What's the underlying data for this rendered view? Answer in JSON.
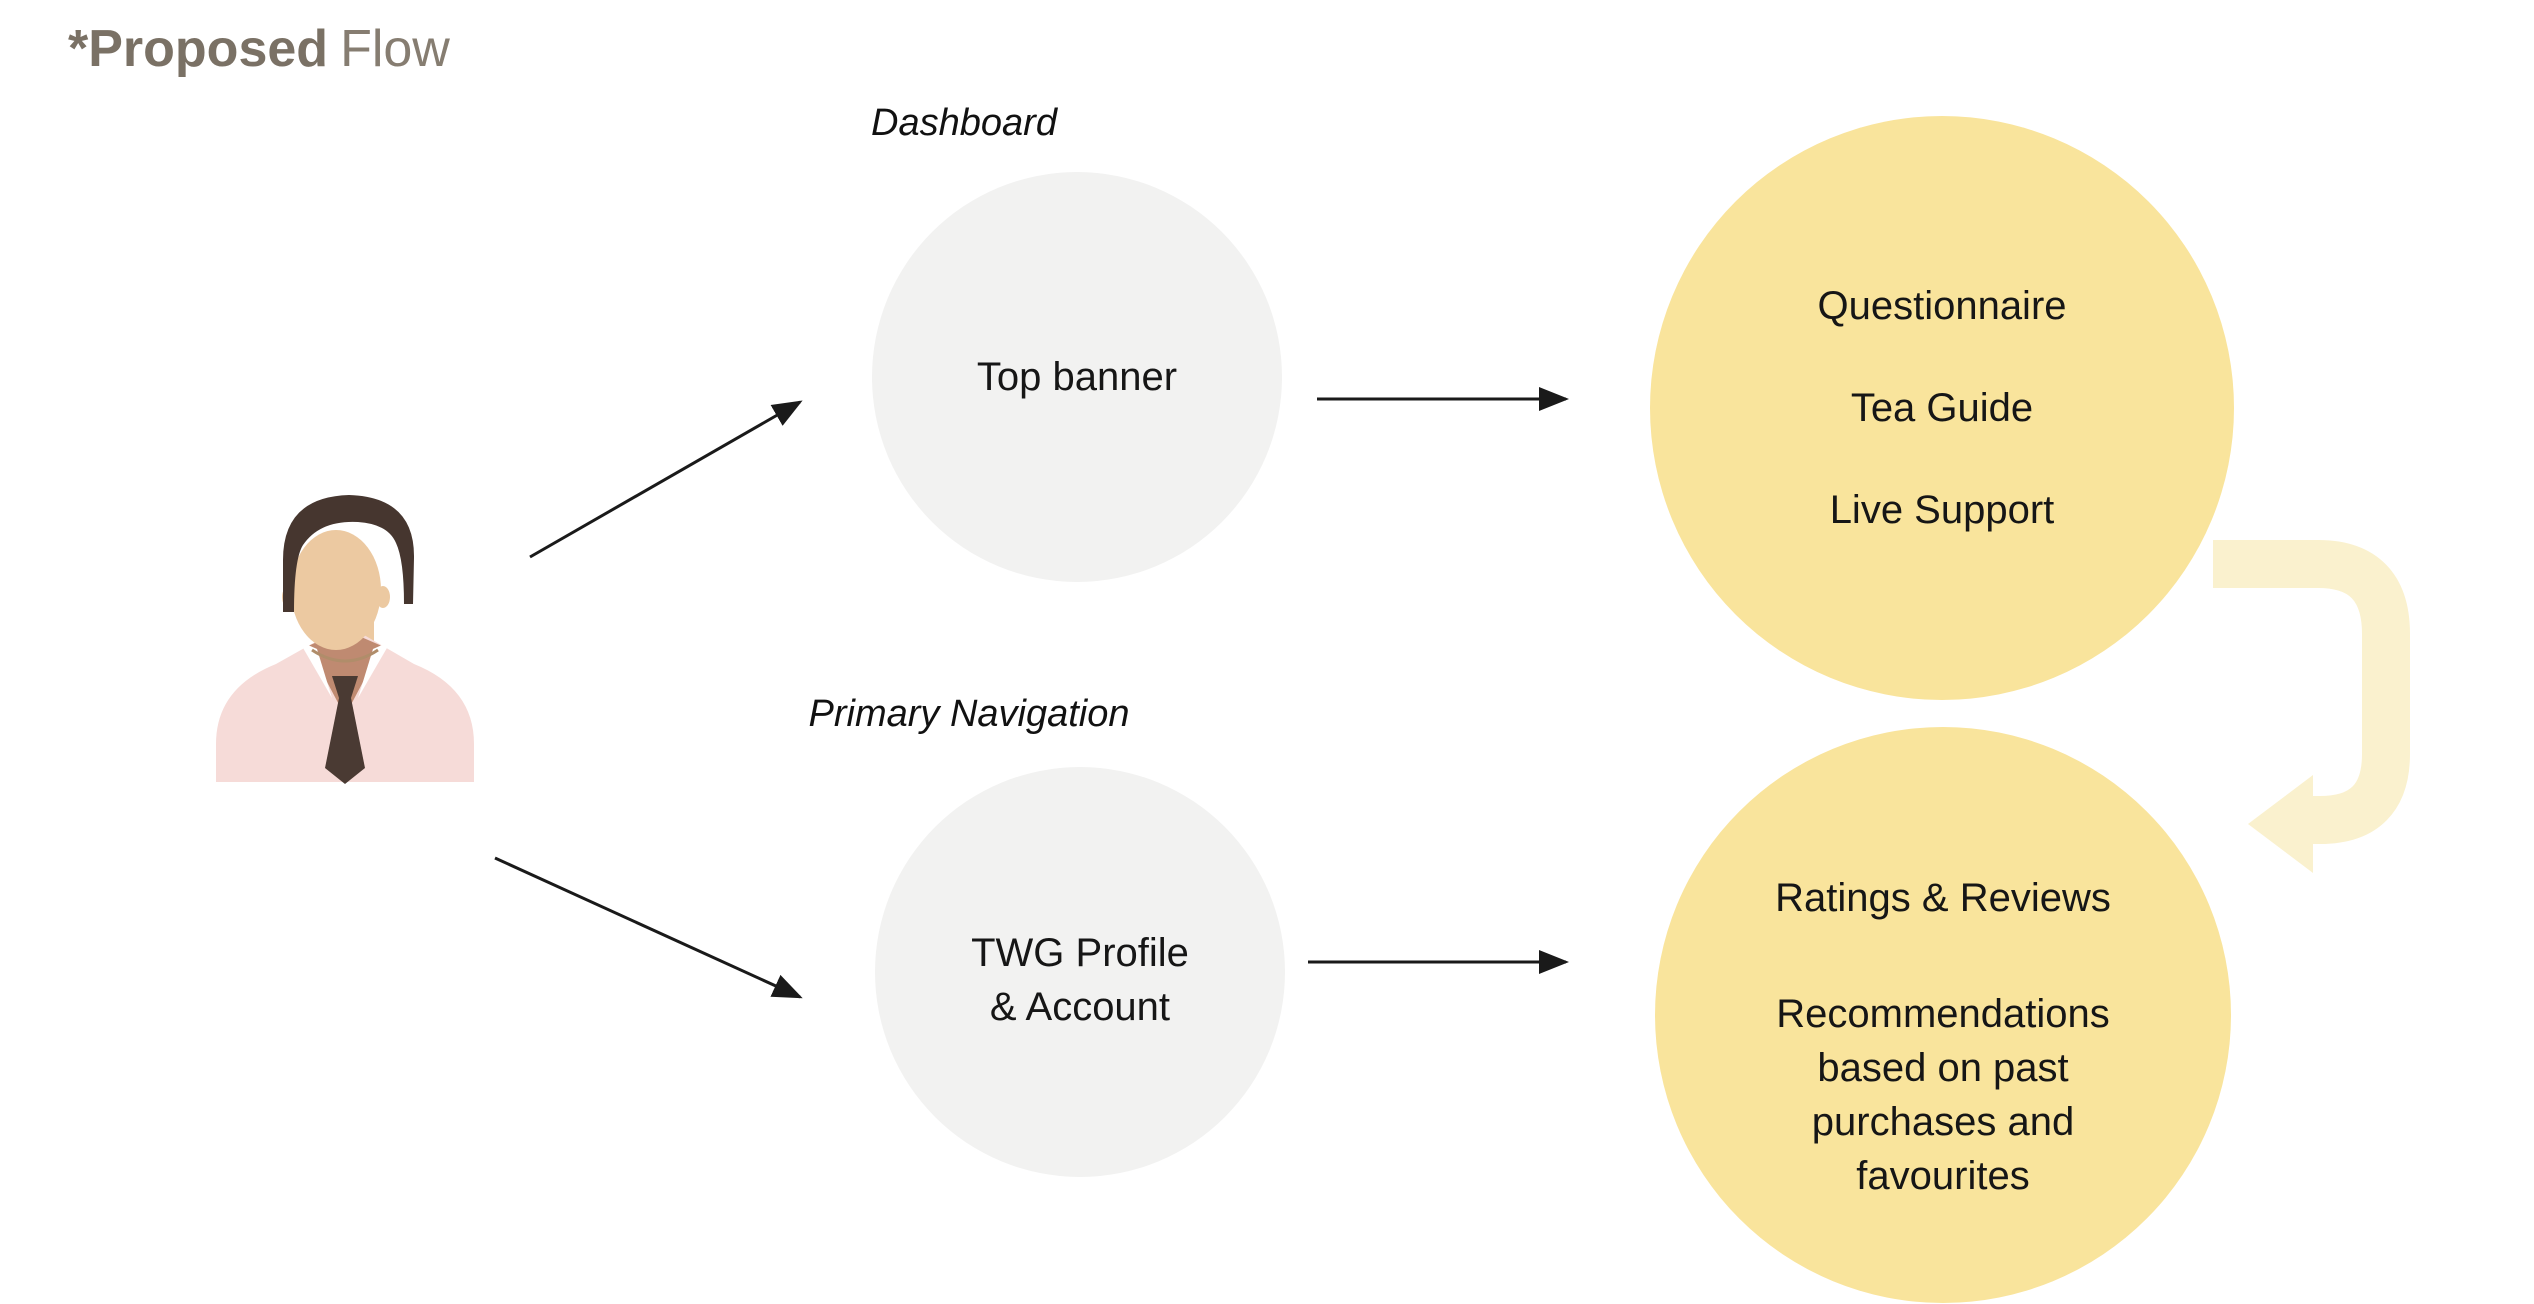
{
  "slide": {
    "title": {
      "emphasis": "*Proposed",
      "rest": "Flow"
    }
  },
  "sections": {
    "dashboard": {
      "label": "Dashboard"
    },
    "primary_navigation": {
      "label": "Primary Navigation"
    }
  },
  "nodes": {
    "user": {
      "icon": "person-avatar"
    },
    "top_banner": {
      "label": "Top banner"
    },
    "twg_profile": {
      "lines": [
        "TWG Profile",
        "& Account"
      ]
    },
    "dashboard_features": {
      "items": [
        "Questionnaire",
        "Tea Guide",
        "Live Support"
      ]
    },
    "account_features": {
      "items": [
        "Ratings & Reviews",
        "Recommendations based on past purchases and favourites"
      ]
    }
  },
  "connectors": {
    "user_to_top_banner": "arrow-right-up",
    "user_to_twg_profile": "arrow-right-down",
    "top_banner_to_dashboard_features": "arrow-right",
    "twg_profile_to_account_features": "arrow-right",
    "dashboard_to_account_loop": "u-turn-arrow-left"
  },
  "colors": {
    "background": "#ffffff",
    "title_text": "#7a7165",
    "label_text": "#111111",
    "gray_node_fill": "#f2f2f1",
    "yellow_node_fill": "#f9e49c",
    "loop_arrow_fill": "#faf1ce",
    "arrow_stroke": "#1a1a1a",
    "avatar_hair": "#46362f",
    "avatar_skin": "#ecc9a1",
    "avatar_shirt": "#f6dbd8",
    "avatar_collar": "#bf8a71",
    "avatar_tie": "#4a3a33"
  }
}
